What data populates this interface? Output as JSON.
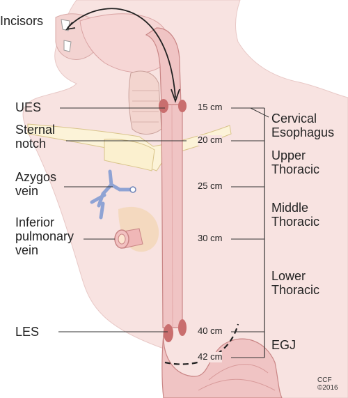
{
  "labels": {
    "incisors": "Incisors",
    "ues": "UES",
    "sternal_notch": "Sternal\nnotch",
    "azygos_vein": "Azygos\nvein",
    "inferior_pulmonary_vein": "Inferior\npulmonary\nvein",
    "les": "LES"
  },
  "distances": [
    "15 cm",
    "20 cm",
    "25 cm",
    "30 cm",
    "40 cm",
    "42 cm"
  ],
  "segments": {
    "cervical": "Cervical\nEsophagus",
    "upper": "Upper\nThoracic",
    "middle": "Middle\nThoracic",
    "lower": "Lower\nThoracic",
    "egj": "EGJ"
  },
  "credit": {
    "line1": "CCF",
    "line2": "©2016"
  },
  "colors": {
    "skin": "#f8e3e1",
    "esophagus": "#f0c4c4",
    "esophagus_outline": "#c98585",
    "vein": "#8fa3d4",
    "line": "#333333"
  }
}
